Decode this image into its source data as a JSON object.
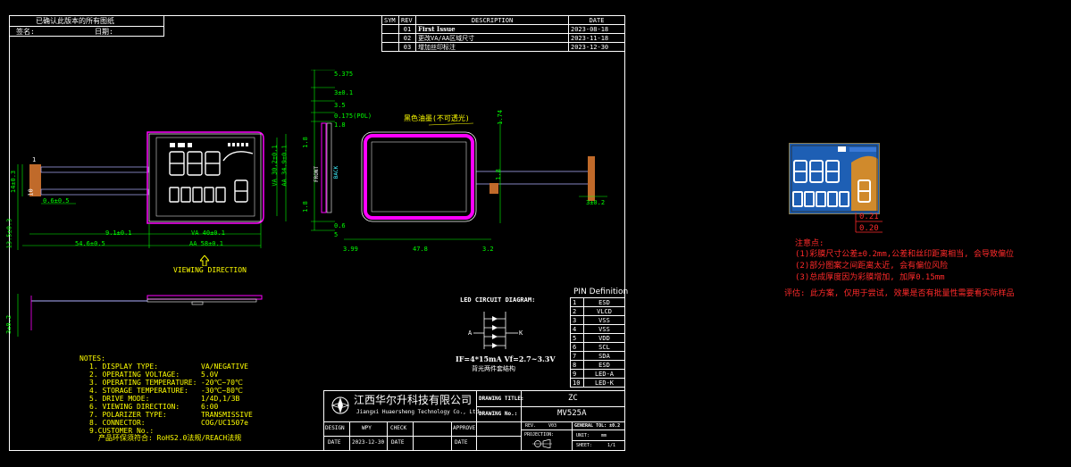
{
  "approval_box": {
    "line1": "已确认此版本的所有图纸",
    "sign_label": "签名:",
    "date_label": "日期:"
  },
  "revision_table": {
    "headers": [
      "SYM",
      "REV",
      "DESCRIPTION",
      "DATE"
    ],
    "rows": [
      {
        "sym": "",
        "rev": "01",
        "desc": "First Issue",
        "date": "2023-08-18"
      },
      {
        "sym": "",
        "rev": "02",
        "desc": "更改VA/AA区域尺寸",
        "date": "2023-11-18"
      },
      {
        "sym": "",
        "rev": "03",
        "desc": "增加丝印标注",
        "date": "2023-12-30"
      }
    ]
  },
  "dims": {
    "d1": "5.375",
    "d2": "3±0.1",
    "d3": "3.5",
    "d4": "0.175(POL)",
    "d5": "1.8",
    "d6": "0.6",
    "d7": "5",
    "d8": "1.74",
    "d9": "1.8",
    "d10": "3.99",
    "d11": "47.8",
    "d12": "3.2",
    "d13": "3±0.2",
    "d14": "9.1±0.1",
    "d15": "VA 40±0.1",
    "d16": "54.6±0.5",
    "d17": "AA 58±0.1",
    "d18": "VA 30.2±0.1",
    "d19": "AA 34.9±0.1",
    "d20": "0.6±0.5",
    "d21": "14±0.3",
    "d22": "10",
    "d23": "1",
    "d24": "13.5±0.3",
    "d25": "0.21",
    "d26": "0.20",
    "d27": "1.8",
    "d28": "1.8"
  },
  "labels": {
    "front": "FRONT",
    "back": "BACK",
    "black_print": "黑色油墨(不可透光)",
    "viewing_direction": "VIEWING DIRECTION",
    "led_title": "LED CIRCUIT DIAGRAM:",
    "led_a": "A",
    "led_k": "K",
    "led_spec": "IF=4*15mA  Vf=2.7~3.3V",
    "led_struct": "背光两件套结构"
  },
  "pin_table": {
    "title": "PIN Definition",
    "rows": [
      {
        "n": "1",
        "name": "ESD"
      },
      {
        "n": "2",
        "name": "VLCD"
      },
      {
        "n": "3",
        "name": "VSS"
      },
      {
        "n": "4",
        "name": "VSS"
      },
      {
        "n": "5",
        "name": "VDD"
      },
      {
        "n": "6",
        "name": "SCL"
      },
      {
        "n": "7",
        "name": "SDA"
      },
      {
        "n": "8",
        "name": "ESD"
      },
      {
        "n": "9",
        "name": "LED-A"
      },
      {
        "n": "10",
        "name": "LED-K"
      }
    ]
  },
  "notes": {
    "title": "NOTES:",
    "items": [
      {
        "k": "1. DISPLAY TYPE:",
        "v": "VA/NEGATIVE"
      },
      {
        "k": "2. OPERATING VOLTAGE:",
        "v": "5.0V"
      },
      {
        "k": "3. OPERATING TEMPERATURE:",
        "v": "-20℃~70℃"
      },
      {
        "k": "4. STORAGE TEMPERATURE:",
        "v": "-30℃~80℃"
      },
      {
        "k": "5. DRIVE MODE:",
        "v": "1/4D,1/3B"
      },
      {
        "k": "6. VIEWING DIRECTION:",
        "v": "6:00"
      },
      {
        "k": "7. POLARIZER TYPE:",
        "v": "TRANSMISSIVE"
      },
      {
        "k": "8. CONNECTOR:",
        "v": "COG/UC1507e"
      },
      {
        "k": "9.CUSTOMER No.:",
        "v": ""
      }
    ],
    "env": "产品环保须符合: RoHS2.0法规/REACH法规"
  },
  "title_block": {
    "company_cn": "江西华尔升科技有限公司",
    "company_en": "Jiangxi Huaersheng Technology Co., Ltd.",
    "drawing_title_label": "DRAWING TITLE:",
    "drawing_title": "ZC",
    "drawing_no_label": "DRAWING No.:",
    "drawing_no": "MV525A",
    "design": "DESIGN",
    "design_by": "WPY",
    "check": "CHECK",
    "approve": "APPROVE",
    "date_label": "DATE",
    "date": "2023-12-30",
    "date2": "DATE",
    "date3": "DATE",
    "rev_label": "REV.",
    "rev": "V03",
    "general_tol": "GENERAL TOL: ±0.2",
    "unit_label": "UNIT:",
    "unit": "mm",
    "projection": "PROJECTION:",
    "sheet_label": "SHEET:",
    "sheet": "1/1"
  },
  "notice": {
    "title": "注意点:",
    "items": [
      "(1)彩膜尺寸公差±0.2mm,公差和丝印距离相当, 会导致偏位",
      "(2)部分图案之间距离太近, 会有偏位风险",
      "(3)总成厚度因为彩膜增加, 加厚0.15mm"
    ],
    "eval": "评估: 此方案, 仅用于尝试, 效果是否有批量性需要看实际样品"
  },
  "colors": {
    "background": "#000000",
    "line": "#ffffff",
    "dimension": "#00ff00",
    "frame": "#ff00ff",
    "annotation": "#ffff00",
    "flex": "#c06a2a",
    "warning": "#ff2a2a"
  }
}
